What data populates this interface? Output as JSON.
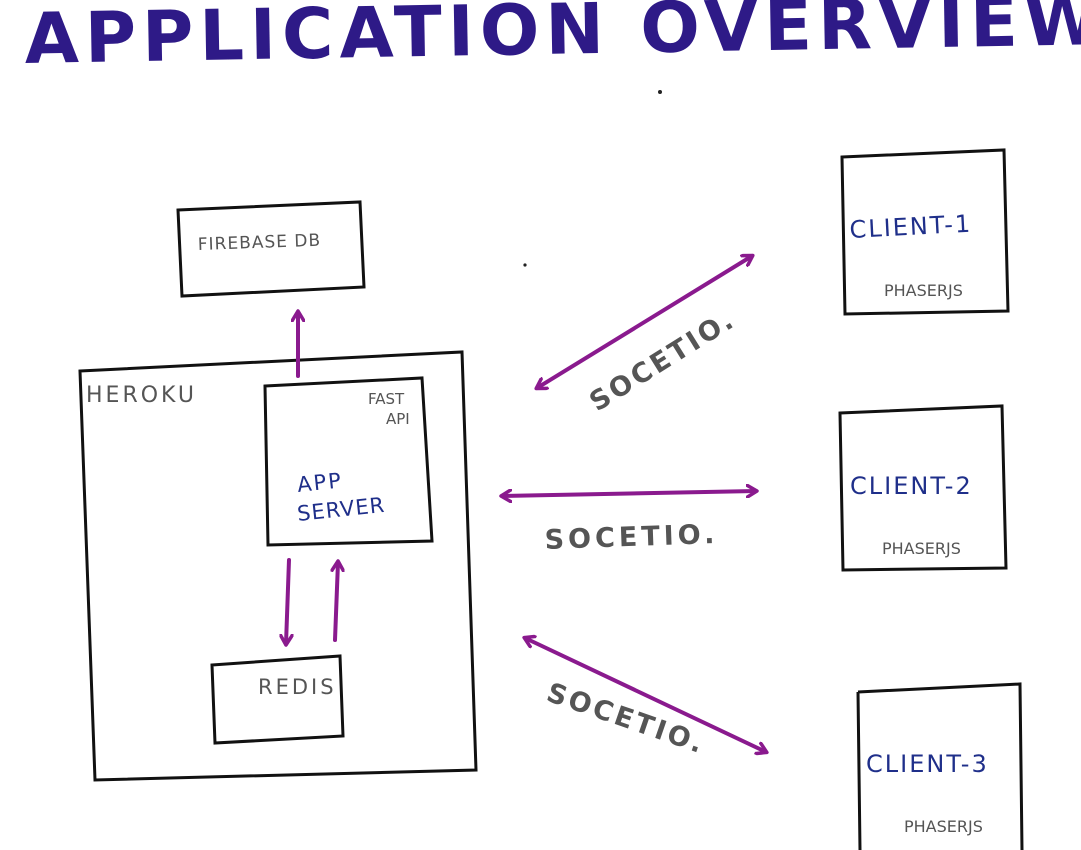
{
  "title": "APPLICATION   OVERVIEW",
  "nodes": {
    "firebase": "FIREBASE DB",
    "heroku": "HEROKU",
    "fastapi_line1": "FAST",
    "fastapi_line2": "API",
    "app_server_line1": "APP",
    "app_server_line2": "SERVER",
    "redis": "REDIS",
    "clients": [
      {
        "name": "CLIENT-1",
        "tech": "PHASERJS"
      },
      {
        "name": "CLIENT-2",
        "tech": "PHASERJS"
      },
      {
        "name": "CLIENT-3",
        "tech": "PHASERJS"
      }
    ]
  },
  "edges": {
    "socket_label_1": "SOCETIO.",
    "socket_label_2": "SOCETIO.",
    "socket_label_3": "SOCETIO."
  },
  "colors": {
    "title": "#2e1a87",
    "arrow": "#8a1a8e",
    "box": "#111111",
    "label_gray": "#555555",
    "label_blue": "#1f2f8a"
  }
}
